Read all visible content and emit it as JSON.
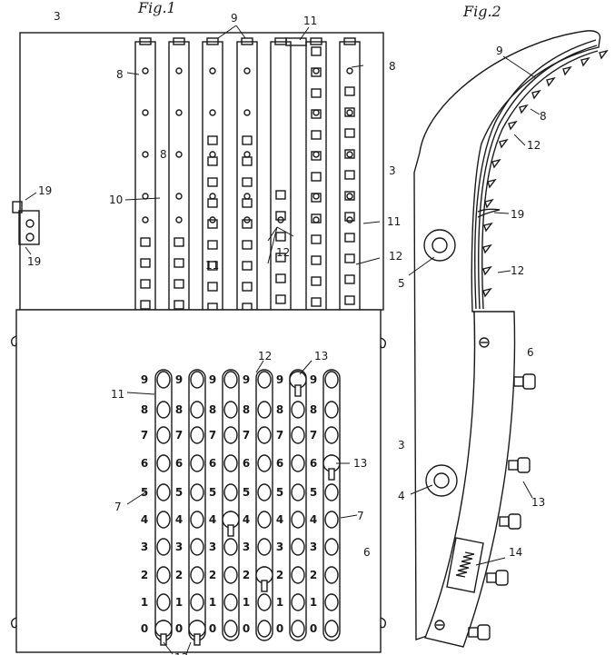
{
  "figure_titles": {
    "fig1": "Fig.1",
    "fig2": "Fig.2"
  },
  "fig1": {
    "labels": {
      "l3_top": "3",
      "l3_right": "3",
      "l8_left": "8",
      "l8_right": "8",
      "l8_mid": "8",
      "l9": "9",
      "l11_top": "11",
      "l10": "10",
      "l11_mid_left": "11",
      "l11_right": "11",
      "l12_mid": "12",
      "l12_right": "12",
      "l19_top": "19",
      "l19_bottom": "19",
      "l12_lower": "12",
      "l13_top": "13",
      "l11_lower": "11",
      "l13_right": "13",
      "l7_left": "7",
      "l7_right": "7",
      "l6": "6",
      "l13_bottom": "13"
    },
    "digits": [
      "9",
      "8",
      "7",
      "6",
      "5",
      "4",
      "3",
      "2",
      "1",
      "0"
    ]
  },
  "fig2": {
    "labels": {
      "l9": "9",
      "l8": "8",
      "l12_a": "12",
      "l19": "19",
      "l12_b": "12",
      "l5": "5",
      "l6": "6",
      "l3": "3",
      "l4": "4",
      "l13": "13",
      "l14": "14"
    }
  }
}
